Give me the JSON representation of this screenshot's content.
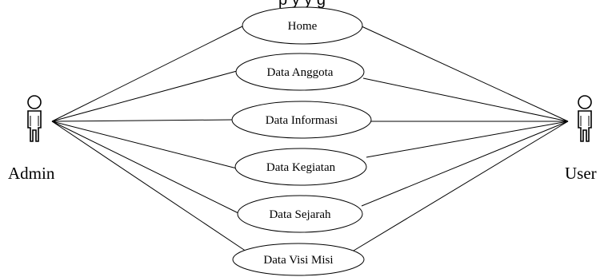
{
  "top_text": "p                                                                  y  y g",
  "actors": [
    {
      "id": "admin",
      "label": "Admin"
    },
    {
      "id": "user",
      "label": "User"
    }
  ],
  "use_cases": [
    {
      "id": "home",
      "label": "Home"
    },
    {
      "id": "data-anggota",
      "label": "Data Anggota"
    },
    {
      "id": "data-informasi",
      "label": "Data Informasi"
    },
    {
      "id": "data-kegiatan",
      "label": "Data Kegiatan"
    },
    {
      "id": "data-sejarah",
      "label": "Data Sejarah"
    },
    {
      "id": "data-visi-misi",
      "label": "Data Visi Misi"
    }
  ]
}
